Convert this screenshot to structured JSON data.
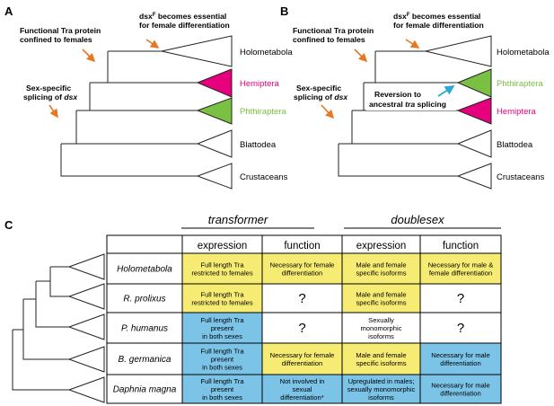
{
  "panels": {
    "a": "A",
    "b": "B",
    "c": "C"
  },
  "colors": {
    "orange": "#e87722",
    "blue_arrow": "#2aa8d8",
    "hemiptera": "#e6007e",
    "phthiraptera": "#7ac143",
    "yellow": "#f6ec73",
    "blue": "#7cc3e8"
  },
  "tree_a": {
    "taxa": [
      "Holometabola",
      "Hemiptera",
      "Phthiraptera",
      "Blattodea",
      "Crustaceans"
    ],
    "ann_dsx_line1_main": "dsx",
    "ann_dsx_line1_sup": "F",
    "ann_dsx_line1_tail": " becomes essential",
    "ann_dsx_line2": "for female differentiation",
    "ann_tra_line1": "Functional Tra protein",
    "ann_tra_line2": "confined to females",
    "ann_splice_line1": "Sex-specific",
    "ann_splice_line2_pre": "splicing of ",
    "ann_splice_line2_it": "dsx"
  },
  "tree_b": {
    "taxa": [
      "Holometabola",
      "Phthiraptera",
      "Hemiptera",
      "Blattodea",
      "Crustaceans"
    ],
    "ann_dsx_line1_main": "dsx",
    "ann_dsx_line1_sup": "F",
    "ann_dsx_line1_tail": " becomes essential",
    "ann_dsx_line2": "for female differentiation",
    "ann_tra_line1": "Functional Tra protein",
    "ann_tra_line2": "confined to females",
    "ann_splice_line1": "Sex-specific",
    "ann_splice_line2_pre": "splicing of ",
    "ann_splice_line2_it": "dsx",
    "ann_rev_line1": "Reversion to",
    "ann_rev_line2_pre": "ancestral ",
    "ann_rev_line2_it": "tra",
    "ann_rev_line2_post": " splicing"
  },
  "table": {
    "group_transformer": "transformer",
    "group_doublesex": "doublesex",
    "col_headers": [
      "expression",
      "function",
      "expression",
      "function"
    ],
    "rows": [
      {
        "species": "Holometabola",
        "cells": [
          {
            "lines": [
              "Full length Tra",
              "restricted to females"
            ],
            "color": "yellow"
          },
          {
            "lines": [
              "Necessary for female",
              "differentiation"
            ],
            "color": "yellow"
          },
          {
            "lines": [
              "Male and female",
              "specific isoforms"
            ],
            "color": "yellow"
          },
          {
            "lines": [
              "Necessary for male &",
              "female differentiation"
            ],
            "color": "yellow"
          }
        ]
      },
      {
        "species": "R. prolixus",
        "cells": [
          {
            "lines": [
              "Full length Tra",
              "restricted to females"
            ],
            "color": "yellow"
          },
          {
            "lines": [
              "?"
            ],
            "color": "white"
          },
          {
            "lines": [
              "Male and female",
              "specific isoforms"
            ],
            "color": "yellow"
          },
          {
            "lines": [
              "?"
            ],
            "color": "white"
          }
        ]
      },
      {
        "species": "P. humanus",
        "cells": [
          {
            "lines": [
              "Full length Tra",
              "present",
              "in both sexes"
            ],
            "color": "blue"
          },
          {
            "lines": [
              "?"
            ],
            "color": "white"
          },
          {
            "lines": [
              "Sexually",
              "monomorphic",
              "isoforms"
            ],
            "color": "white"
          },
          {
            "lines": [
              "?"
            ],
            "color": "white"
          }
        ]
      },
      {
        "species": "B. germanica",
        "cells": [
          {
            "lines": [
              "Full length Tra",
              "present",
              "in both sexes"
            ],
            "color": "blue"
          },
          {
            "lines": [
              "Necessary for female",
              "differentiation"
            ],
            "color": "yellow"
          },
          {
            "lines": [
              "Male and female",
              "specific isoforms"
            ],
            "color": "yellow"
          },
          {
            "lines": [
              "Necessary for male",
              "differentiation"
            ],
            "color": "blue"
          }
        ]
      },
      {
        "species": "Daphnia magna",
        "cells": [
          {
            "lines": [
              "Full length Tra",
              "present",
              "in both sexes"
            ],
            "color": "blue"
          },
          {
            "lines": [
              "Not involved in",
              "sexual",
              "differentiation*"
            ],
            "color": "blue"
          },
          {
            "lines": [
              "Upregulated in males;",
              "sexually monomorphic",
              "isoforms"
            ],
            "color": "blue"
          },
          {
            "lines": [
              "Necessary for male",
              "differentiation"
            ],
            "color": "blue"
          }
        ]
      }
    ]
  }
}
